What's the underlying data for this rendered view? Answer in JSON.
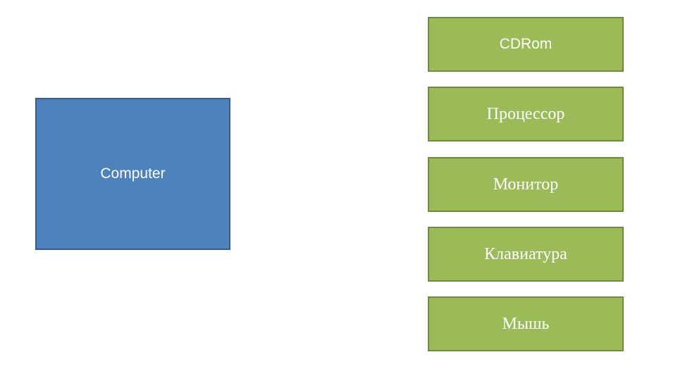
{
  "diagram": {
    "main_box": {
      "label": "Computer",
      "fill": "#4f81bd",
      "stroke": "#385d8a"
    },
    "components": [
      {
        "label": "CDRom"
      },
      {
        "label": "Процессор"
      },
      {
        "label": "Монитор"
      },
      {
        "label": "Клавиатура"
      },
      {
        "label": "Мышь"
      }
    ],
    "component_fill": "#9bbb59",
    "component_stroke": "#71893f"
  }
}
